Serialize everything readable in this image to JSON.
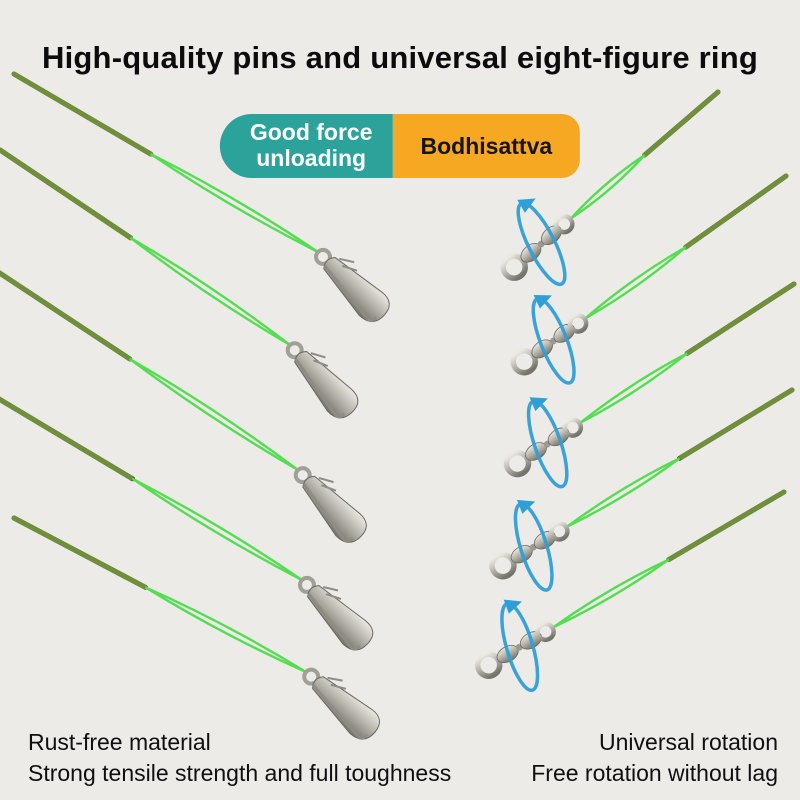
{
  "page": {
    "background_color": "#ecebe8"
  },
  "title": "High-quality pins and universal eight-figure ring",
  "badges": {
    "force": {
      "line1": "Good force",
      "line2": "unloading",
      "bg_color": "#2ba39a",
      "text_color": "#ffffff"
    },
    "brand": {
      "label": "Bodhisattva",
      "bg_color": "#f7a823",
      "text_color": "#151515"
    }
  },
  "features": {
    "left": {
      "line1": "Rust-free material",
      "line2": "Strong tensile strength and full toughness"
    },
    "right": {
      "line1": "Universal rotation",
      "line2": "Free rotation without lag"
    }
  },
  "illustration": {
    "left_units": 5,
    "right_units": 5,
    "left_unit": "green-wire-leader-with-snap-clip",
    "right_unit": "barrel-swivel-with-rotation-arrow",
    "line_color": "#55dd52",
    "braid_color": "#6f8f3a",
    "braid_dark_color": "#46611f",
    "rotation_arrow_color": "#2f9fd6",
    "metal_color": "#b0ada5"
  }
}
